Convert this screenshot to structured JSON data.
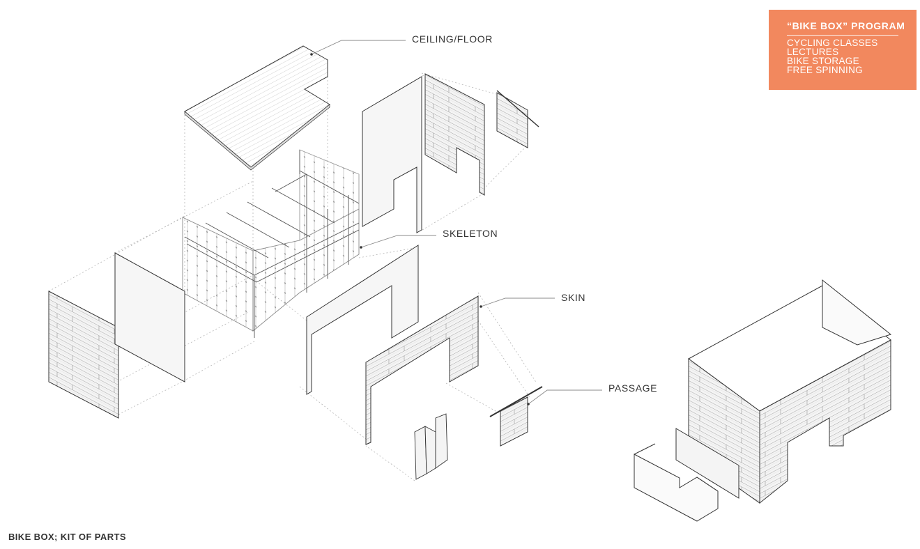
{
  "labels": {
    "ceiling_floor": "CEILING/FLOOR",
    "skeleton": "SKELETON",
    "skin": "SKIN",
    "passage": "PASSAGE"
  },
  "program": {
    "title": "“BIKE BOX”  PROGRAM",
    "items": [
      "CYCLING CLASSES",
      "LECTURES",
      "BIKE STORAGE",
      "FREE SPINNING"
    ],
    "background_color": "#f2885e",
    "text_color": "#ffffff"
  },
  "footer": {
    "title": "BIKE BOX; KIT OF PARTS"
  },
  "colors": {
    "line": "#333333",
    "leader": "#8a8a8a",
    "dashed": "#b5b5b5",
    "hatch": "#c9c9c9"
  }
}
